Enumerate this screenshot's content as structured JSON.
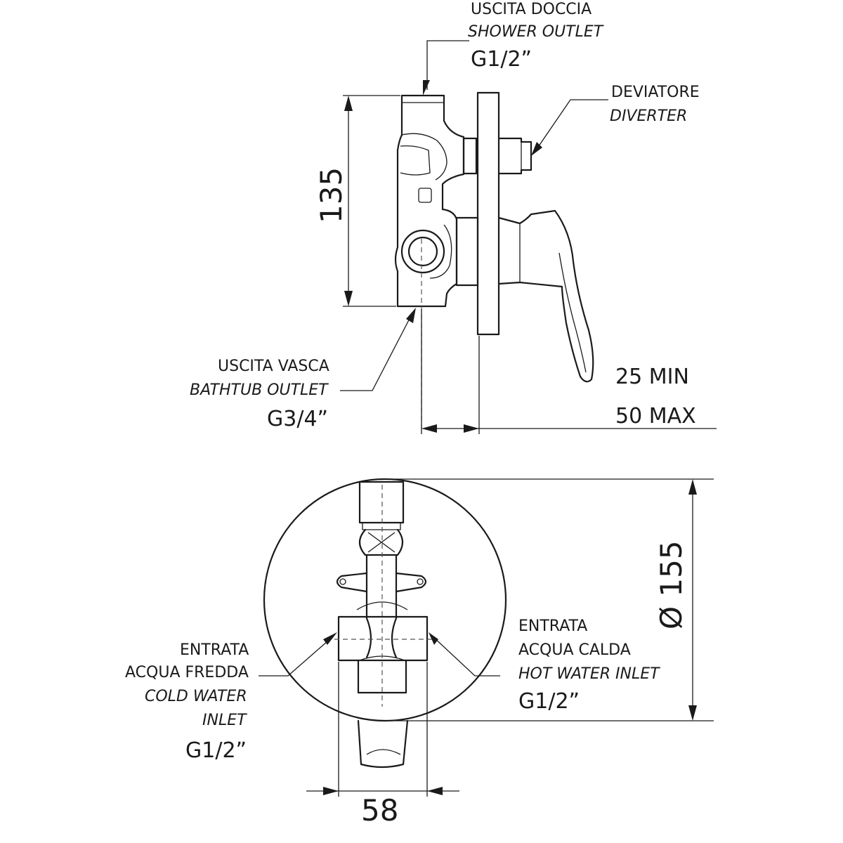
{
  "labels": {
    "shower_it": "USCITA DOCCIA",
    "shower_en": "SHOWER OUTLET",
    "shower_size": "G1/2”",
    "diverter_it": "DEVIATORE",
    "diverter_en": "DIVERTER",
    "bath_it": "USCITA VASCA",
    "bath_en": "BATHTUB OUTLET",
    "bath_size": "G3/4”",
    "depth_min": "25 MIN",
    "depth_max": "50 MAX",
    "cold_it_1": "ENTRATA",
    "cold_it_2": "ACQUA FREDDA",
    "cold_en_1": "COLD WATER",
    "cold_en_2": "INLET",
    "cold_size": "G1/2”",
    "hot_it_1": "ENTRATA",
    "hot_it_2": "ACQUA CALDA",
    "hot_en": "HOT WATER INLET",
    "hot_size": "G1/2”"
  },
  "dimensions": {
    "height": "135",
    "diameter": "Ø 155",
    "width": "58"
  }
}
